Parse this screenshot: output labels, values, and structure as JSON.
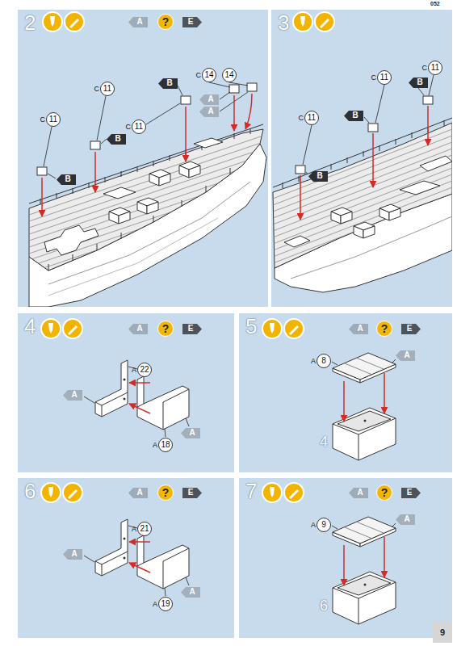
{
  "diagram": {
    "nodes": [
      {
        "text": [
          "2"
        ]
      },
      {
        "text": [
          "A"
        ],
        "in": 0
      },
      {
        "text": [
          "?"
        ],
        "in": 0
      },
      {
        "text": [
          "E"
        ],
        "in": 0
      },
      {
        "text": [
          "C",
          "11"
        ],
        "in": 0
      },
      {
        "text": [
          "B"
        ],
        "in": 0
      },
      {
        "text": [
          "C",
          "11"
        ],
        "in": 0
      },
      {
        "text": [
          "B"
        ],
        "in": 0
      },
      {
        "text": [
          "C",
          "11"
        ],
        "in": 0
      },
      {
        "text": [
          "B"
        ],
        "in": 0
      },
      {
        "text": [
          "C",
          "14"
        ],
        "in": 0
      },
      {
        "text": [
          "14"
        ],
        "in": 0
      },
      {
        "text": [
          "A"
        ],
        "in": 0
      },
      {
        "text": [
          "A"
        ],
        "in": 0
      },
      {
        "text": [
          "3"
        ]
      },
      {
        "text": [
          "C",
          "11"
        ],
        "in": 14
      },
      {
        "text": [
          "B"
        ],
        "in": 14
      },
      {
        "text": [
          "C",
          "11"
        ],
        "in": 14
      },
      {
        "text": [
          "B"
        ],
        "in": 14
      },
      {
        "text": [
          "C",
          "11"
        ],
        "in": 14
      },
      {
        "text": [
          "B"
        ],
        "in": 14
      },
      {
        "text": [
          "4"
        ]
      },
      {
        "text": [
          "A"
        ],
        "in": 21
      },
      {
        "text": [
          "?"
        ],
        "in": 21
      },
      {
        "text": [
          "E"
        ],
        "in": 21
      },
      {
        "text": [
          "A",
          "22"
        ],
        "in": 21
      },
      {
        "text": [
          "A"
        ],
        "in": 21
      },
      {
        "text": [
          "A"
        ],
        "in": 21
      },
      {
        "text": [
          "A",
          "18"
        ],
        "in": 21
      },
      {
        "text": [
          "5"
        ]
      },
      {
        "text": [
          "A"
        ],
        "in": 29
      },
      {
        "text": [
          "?"
        ],
        "in": 29
      },
      {
        "text": [
          "E"
        ],
        "in": 29
      },
      {
        "text": [
          "A",
          "8"
        ],
        "in": 29
      },
      {
        "text": [
          "A"
        ],
        "in": 29
      },
      {
        "text": [
          "6"
        ]
      },
      {
        "text": [
          "A"
        ],
        "in": 35
      },
      {
        "text": [
          "?"
        ],
        "in": 35
      },
      {
        "text": [
          "E"
        ],
        "in": 35
      },
      {
        "text": [
          "A",
          "21"
        ],
        "in": 35
      },
      {
        "text": [
          "A"
        ],
        "in": 35
      },
      {
        "text": [
          "A"
        ],
        "in": 35
      },
      {
        "text": [
          "A",
          "19"
        ],
        "in": 35
      },
      {
        "text": [
          "7"
        ]
      },
      {
        "text": [
          "A"
        ],
        "in": 43
      },
      {
        "text": [
          "?"
        ],
        "in": 43
      },
      {
        "text": [
          "E"
        ],
        "in": 43
      },
      {
        "text": [
          "A",
          "9"
        ],
        "in": 43
      },
      {
        "text": [
          "A"
        ],
        "in": 43
      },
      {
        "text": [
          "9"
        ]
      }
    ],
    "labels": [
      "052",
      "4",
      "6"
    ]
  }
}
